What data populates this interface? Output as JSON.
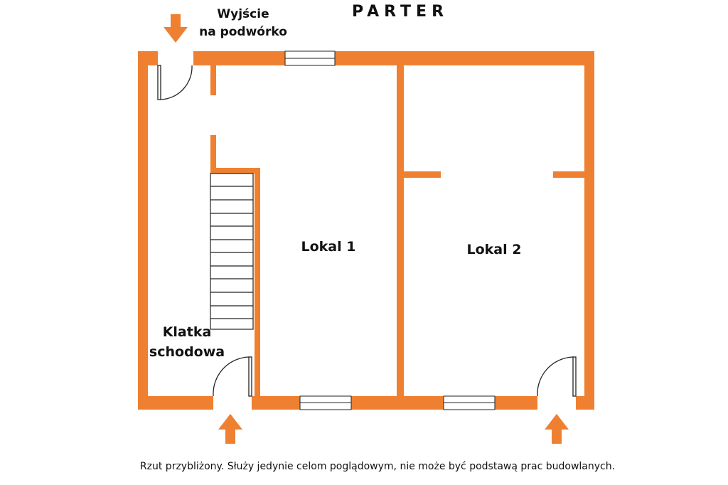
{
  "title": "PARTER",
  "exit_label_line1": "Wyjście",
  "exit_label_line2": "na podwórko",
  "rooms": {
    "lokal1": "Lokal 1",
    "lokal2": "Lokal 2",
    "stairs_line1": "Klatka",
    "stairs_line2": "schodowa"
  },
  "footnote": "Rzut przybliżony. Służy jedynie celom poglądowym, nie może być podstawą prac budowlanych.",
  "colors": {
    "wall": "#ef8031",
    "line": "#222222",
    "text": "#111111"
  }
}
